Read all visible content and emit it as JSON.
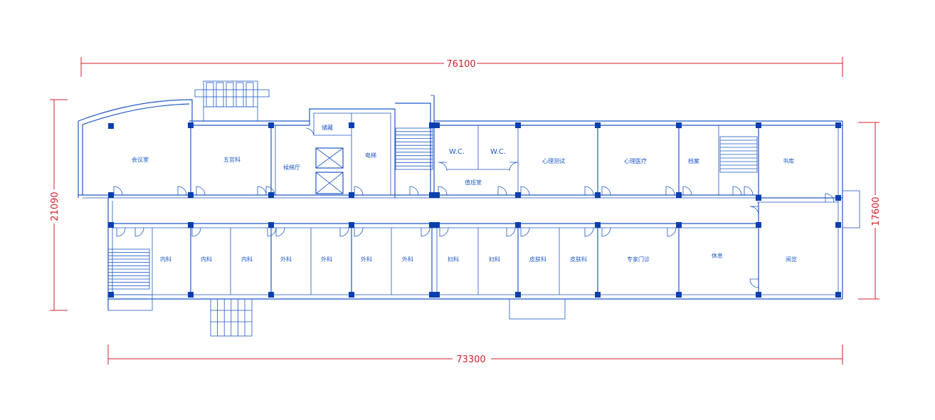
{
  "dimensions": {
    "top": "76100",
    "bottom": "73300",
    "left": "21090",
    "right": "17600"
  },
  "rooms": {
    "meeting": "会议室",
    "ent": "五官科",
    "waiting": "候梯厅",
    "storage": "储藏",
    "lift": "电梯",
    "wc1": "W.C.",
    "wc2": "W.C.",
    "psych_test": "心理测试",
    "psych_therapy": "心理医疗",
    "archive": "档案",
    "library": "书库",
    "nurse": "值班室",
    "internal1": "内科",
    "internal2": "内科",
    "internal3": "内科",
    "surgery1": "外科",
    "surgery2": "外科",
    "surgery3": "外科",
    "surgery4": "外科",
    "gyn1": "妇科",
    "gyn2": "妇科",
    "derm1": "皮肤科",
    "derm2": "皮肤科",
    "expert": "专家门诊",
    "rest": "休息",
    "reading": "阅览"
  },
  "colors": {
    "walls": "#1e58c6",
    "columns": "#0a3fae",
    "dimensions": "#d0202c"
  }
}
